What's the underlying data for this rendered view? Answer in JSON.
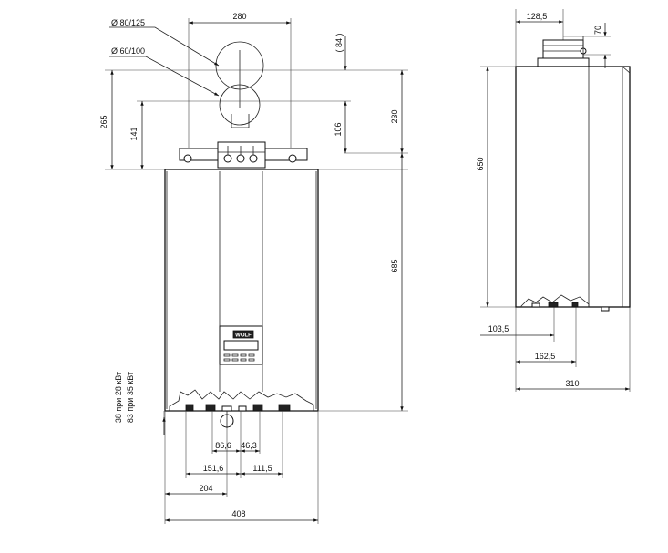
{
  "front_view": {
    "pipe_labels": {
      "coaxial_large": "Ø 80/125",
      "coaxial_small": "Ø 60/100"
    },
    "dims": {
      "pipe_spacing": "280",
      "offset_84": "( 84 )",
      "height_265": "265",
      "height_141": "141",
      "height_106": "106",
      "height_230": "230",
      "height_685": "685",
      "bottom_86_6": "86,6",
      "bottom_46_3": "46,3",
      "bottom_151_6": "151,6",
      "bottom_111_5": "111,5",
      "bottom_204": "204",
      "total_width": "408"
    },
    "side_notes": {
      "line1": "38 при 28 кВт",
      "line2": "83 при 35 кВт"
    },
    "panel_brand": "WOLF"
  },
  "side_view": {
    "dims": {
      "top_128_5": "128,5",
      "top_70": "70",
      "height_650": "650",
      "bottom_103_5": "103,5",
      "bottom_162_5": "162,5",
      "depth_310": "310"
    }
  }
}
